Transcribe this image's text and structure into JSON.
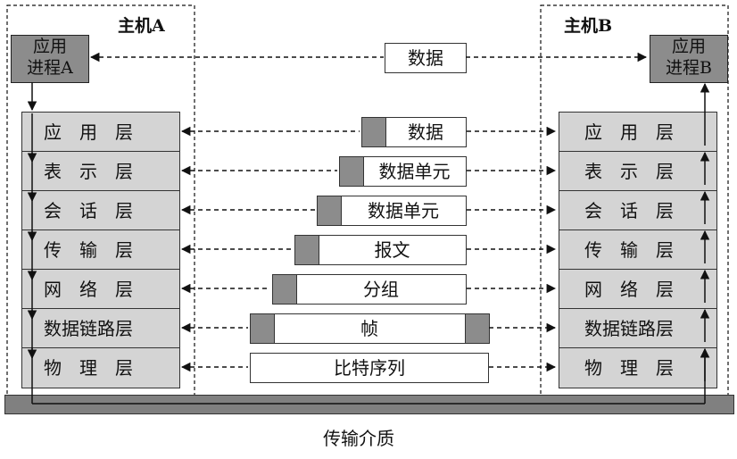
{
  "hostA": {
    "title": "主机A",
    "process": "应用\n进程A"
  },
  "hostB": {
    "title": "主机B",
    "process": "应用\n进程B"
  },
  "top_data": "数据",
  "layers_a": [
    "应　用　层",
    "表　示　层",
    "会　话　层",
    "传　输　层",
    "网　络　层",
    "数据链路层",
    "物　理　层"
  ],
  "layers_b": [
    "应　用　层",
    "表　示　层",
    "会　话　层",
    "传　输　层",
    "网　络　层",
    "数据链路层",
    "物　理　层"
  ],
  "pdus": [
    "数据",
    "数据单元",
    "数据单元",
    "报文",
    "分组",
    "帧",
    "比特序列"
  ],
  "medium_label": "传输介质",
  "colors": {
    "layer_fill": "#d4d4d4",
    "header_fill": "#8c8c8c",
    "medium_fill": "#808080",
    "line": "#111111"
  }
}
